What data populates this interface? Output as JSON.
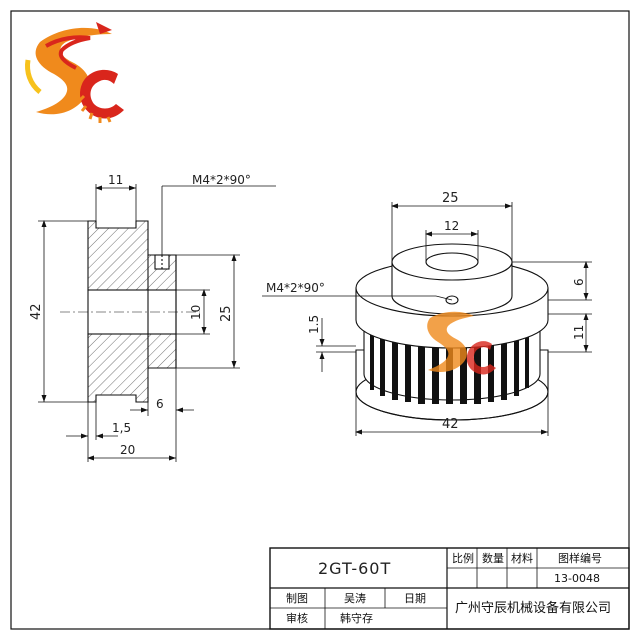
{
  "dimensions": {
    "side_view": {
      "width_top": "11",
      "chamfer_note": "M4*2*90°",
      "outer_diameter": "42",
      "bore": "10",
      "hub_diameter": "25",
      "hub_length": "6",
      "flange": "1,5",
      "total_length": "20"
    },
    "iso_view": {
      "hub_outer": "25",
      "bore": "12",
      "chamfer_note": "M4*2*90°",
      "hub_height": "6",
      "flange": "1.5",
      "tooth_height": "11",
      "outer_diameter": "42"
    }
  },
  "title_block": {
    "part_name": "2GT-60T",
    "scale_label": "比例",
    "qty_label": "数量",
    "material_label": "材料",
    "drawing_no_label": "图样编号",
    "drawing_no": "13-0048",
    "drawn_label": "制图",
    "drawn_by": "吴涛",
    "date_label": "日期",
    "review_label": "审核",
    "reviewed_by": "韩守存",
    "company": "广州守辰机械设备有限公司"
  },
  "colors": {
    "line": "#111111",
    "logo_red": "#d9261c",
    "logo_orange": "#f08a1c",
    "logo_yellow": "#f7c21c"
  }
}
